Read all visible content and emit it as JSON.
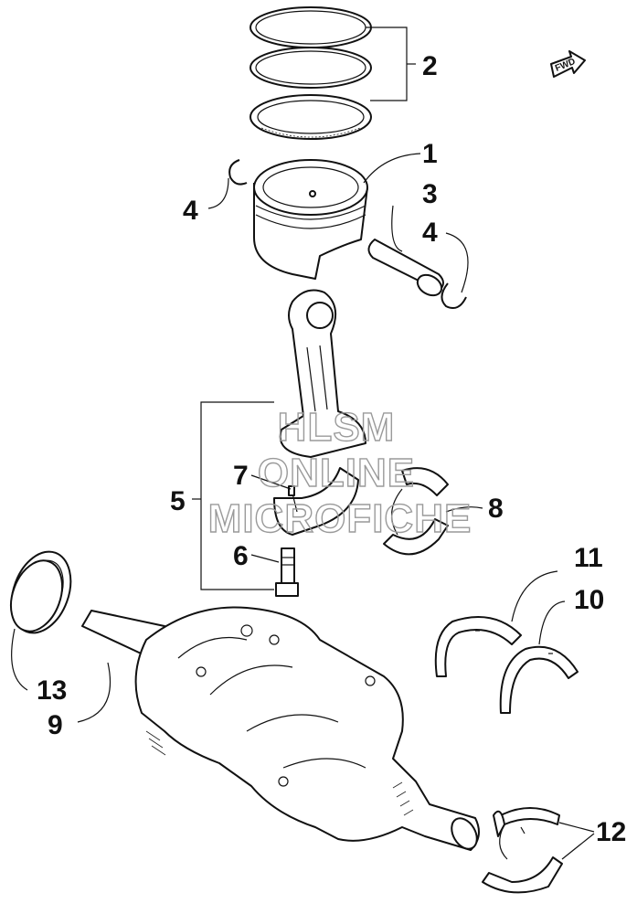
{
  "callouts": {
    "c1": "1",
    "c2": "2",
    "c3": "3",
    "c4a": "4",
    "c4b": "4",
    "c5": "5",
    "c6": "6",
    "c7": "7",
    "c8": "8",
    "c9": "9",
    "c10": "10",
    "c11": "11",
    "c12": "12",
    "c13": "13"
  },
  "fwd_label": "FWD",
  "watermark": {
    "line1": "HLSM",
    "line2": "ONLINE",
    "line3": "MICROFICHE"
  }
}
